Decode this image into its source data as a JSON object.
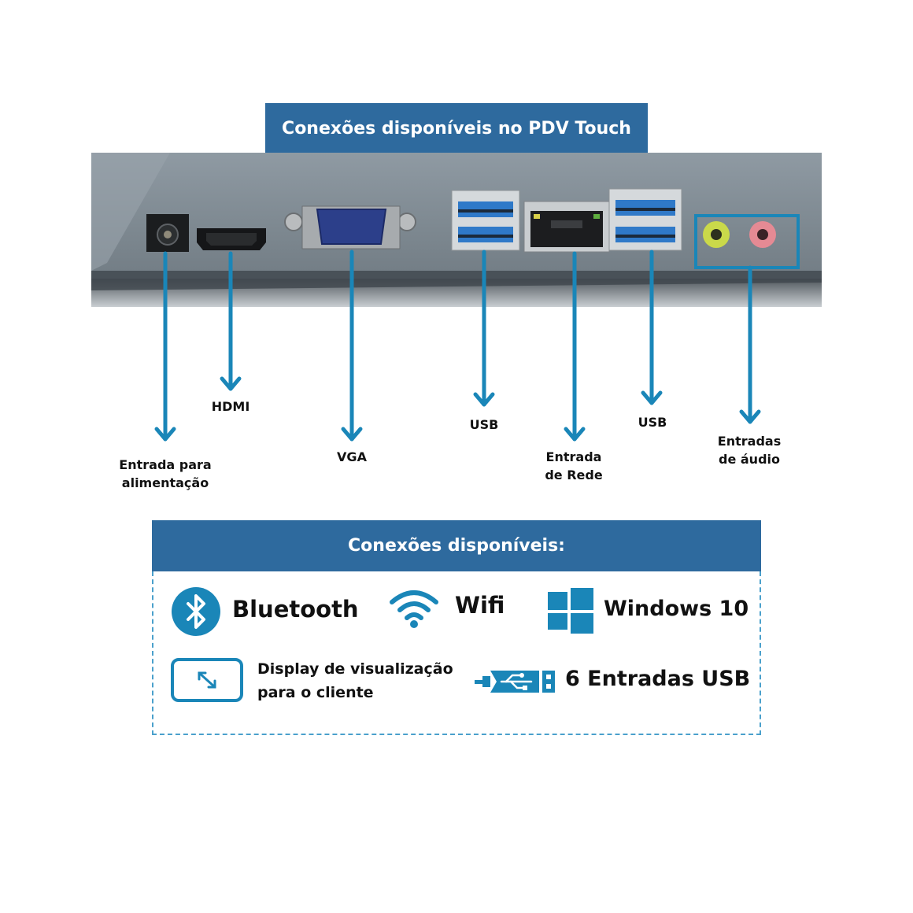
{
  "header": {
    "title": "Conexões disponíveis no PDV Touch"
  },
  "ports": [
    {
      "id": "power",
      "label_lines": [
        "Entrada para",
        "alimentação"
      ]
    },
    {
      "id": "hdmi",
      "label_lines": [
        "HDMI"
      ]
    },
    {
      "id": "vga",
      "label_lines": [
        "VGA"
      ]
    },
    {
      "id": "usb_1",
      "label_lines": [
        "USB"
      ]
    },
    {
      "id": "network",
      "label_lines": [
        "Entrada",
        "de Rede"
      ]
    },
    {
      "id": "usb_2",
      "label_lines": [
        "USB"
      ]
    },
    {
      "id": "audio",
      "label_lines": [
        "Entradas",
        "de áudio"
      ]
    }
  ],
  "connections": {
    "title": "Conexões disponíveis:",
    "features": [
      {
        "icon": "bluetooth-icon",
        "label": "Bluetooth"
      },
      {
        "icon": "wifi-icon",
        "label": "Wifi"
      },
      {
        "icon": "windows-icon",
        "label": "Windows 10"
      },
      {
        "icon": "display-expand-icon",
        "label_lines": [
          "Display  de visualização",
          "para o cliente"
        ]
      },
      {
        "icon": "usb-icon",
        "label": "6 Entradas USB"
      }
    ]
  },
  "colors": {
    "brand_blue": "#2e6a9e",
    "arrow_blue": "#1a86b8",
    "panel_border": "#4aa0cc"
  }
}
